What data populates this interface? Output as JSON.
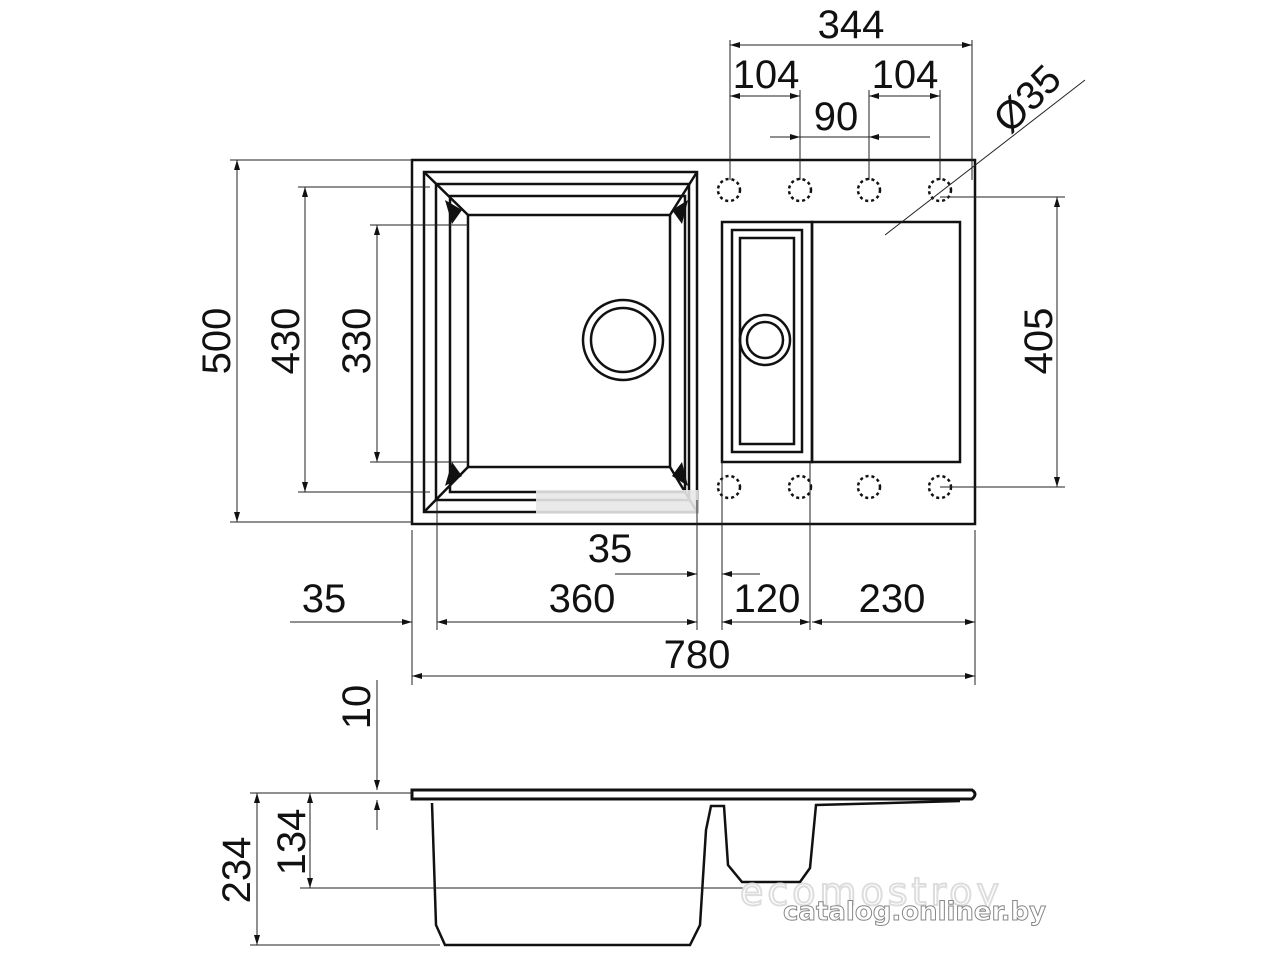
{
  "top_view": {
    "dims": {
      "total_holes_width": "344",
      "hole_span_left": "104",
      "hole_span_right": "104",
      "hole_span_middle": "90",
      "hole_diameter": "Ø35",
      "overall_depth": "500",
      "bowl_outer_depth": "430",
      "bowl_inner_depth": "330",
      "drainboard_depth": "405",
      "rim_offset": "35",
      "left_margin": "35",
      "main_bowl_width": "360",
      "small_bowl_width": "120",
      "drainboard_width": "230",
      "overall_width": "780"
    }
  },
  "side_view": {
    "dims": {
      "rim_thickness": "10",
      "small_bowl_height": "134",
      "total_height": "234"
    }
  },
  "watermark": {
    "logo": "ecomostroy",
    "text": "catalog.onliner.by"
  }
}
